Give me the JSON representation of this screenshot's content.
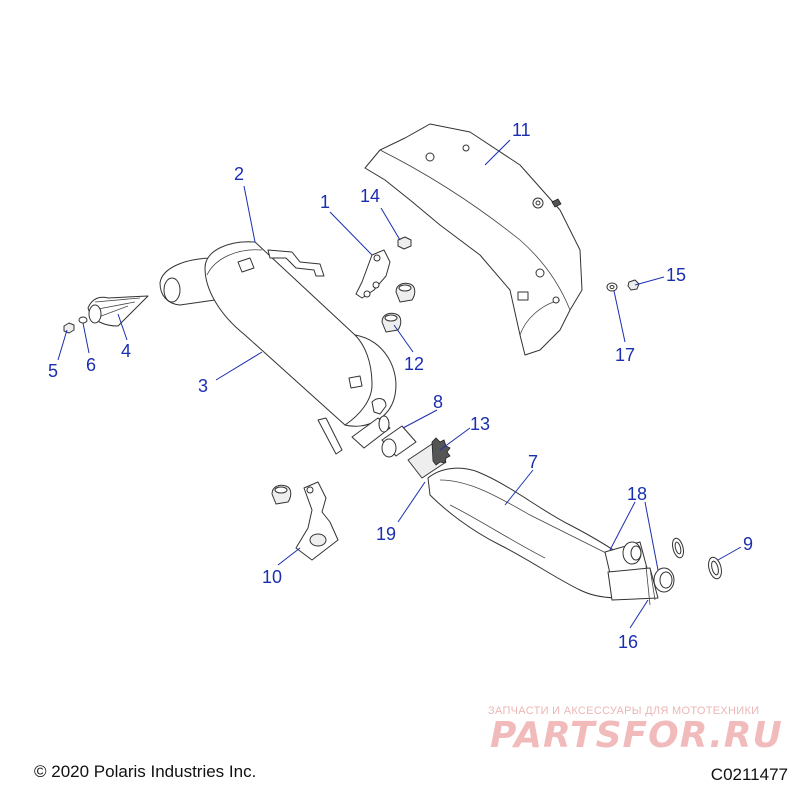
{
  "diagram": {
    "callouts": [
      {
        "id": "c1",
        "label": "1"
      },
      {
        "id": "c2",
        "label": "2"
      },
      {
        "id": "c3",
        "label": "3"
      },
      {
        "id": "c4",
        "label": "4"
      },
      {
        "id": "c5",
        "label": "5"
      },
      {
        "id": "c6",
        "label": "6"
      },
      {
        "id": "c7",
        "label": "7"
      },
      {
        "id": "c8",
        "label": "8"
      },
      {
        "id": "c9",
        "label": "9"
      },
      {
        "id": "c10",
        "label": "10"
      },
      {
        "id": "c11",
        "label": "11"
      },
      {
        "id": "c12",
        "label": "12"
      },
      {
        "id": "c13",
        "label": "13"
      },
      {
        "id": "c14",
        "label": "14"
      },
      {
        "id": "c15",
        "label": "15"
      },
      {
        "id": "c16",
        "label": "16"
      },
      {
        "id": "c17",
        "label": "17"
      },
      {
        "id": "c18",
        "label": "18"
      },
      {
        "id": "c19",
        "label": "19"
      }
    ]
  },
  "footer": {
    "copyright": "© 2020 Polaris Industries Inc.",
    "diagram_id": "C0211477"
  },
  "watermark": {
    "tagline": "ЗАПЧАСТИ И АКСЕССУАРЫ ДЛЯ МОТОТЕХНИКИ",
    "logo": "PARTSFOR.RU"
  },
  "colors": {
    "callout": "#1a2fb0",
    "linework": "#333333",
    "watermark": "#e46a6a"
  }
}
